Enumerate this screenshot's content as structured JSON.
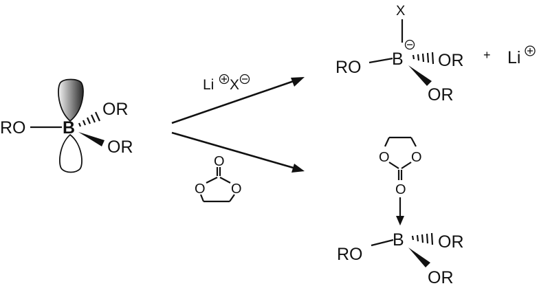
{
  "reactant": {
    "boron": "B",
    "or_top": "OR",
    "or_bottom": "OR",
    "ro_left": "RO"
  },
  "reagent_top": {
    "li": "Li",
    "x": "X"
  },
  "reagent_bottom": {
    "o_carbonyl": "O",
    "o_left": "O",
    "o_right": "O"
  },
  "product_top": {
    "x": "X",
    "boron": "B",
    "or_right": "OR",
    "or_bottom": "OR",
    "ro_left": "RO",
    "plus": "+",
    "li": "Li"
  },
  "product_bottom": {
    "o_left": "O",
    "o_right": "O",
    "o_link": "O",
    "boron": "B",
    "or_right": "OR",
    "or_bottom": "OR",
    "ro_left": "RO"
  },
  "colors": {
    "ink": "#111111",
    "background": "#ffffff"
  }
}
